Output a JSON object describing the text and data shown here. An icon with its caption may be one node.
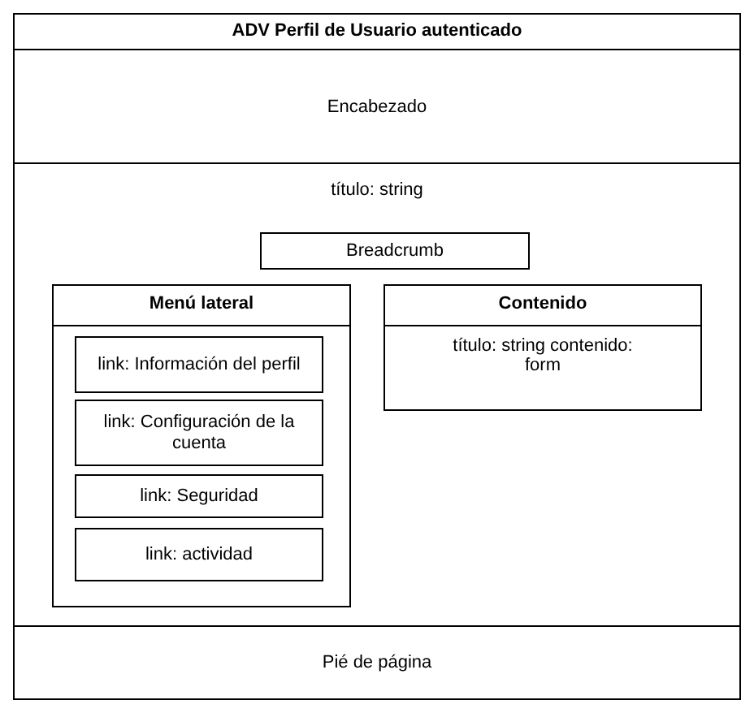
{
  "diagram": {
    "nodes": [
      {
        "text": [
          "ADV Perfil de Usuario autenticado"
        ]
      },
      {
        "text": [
          "Encabezado"
        ],
        "in": 0
      },
      {
        "text": [
          "título: string"
        ],
        "in": 0
      },
      {
        "text": [
          "Breadcrumb"
        ],
        "in": 2
      },
      {
        "text": [
          "Menú lateral"
        ],
        "in": 2
      },
      {
        "text": [
          "link: Información del perfil"
        ],
        "in": 4
      },
      {
        "text": [
          "link: Configuración de la cuenta"
        ],
        "in": 4
      },
      {
        "text": [
          "link: Seguridad"
        ],
        "in": 4
      },
      {
        "text": [
          "link: actividad"
        ],
        "in": 4
      },
      {
        "text": [
          "Contenido",
          "título: string contenido: form"
        ],
        "in": 2
      },
      {
        "text": [
          "Pié de página"
        ],
        "in": 0
      }
    ]
  }
}
